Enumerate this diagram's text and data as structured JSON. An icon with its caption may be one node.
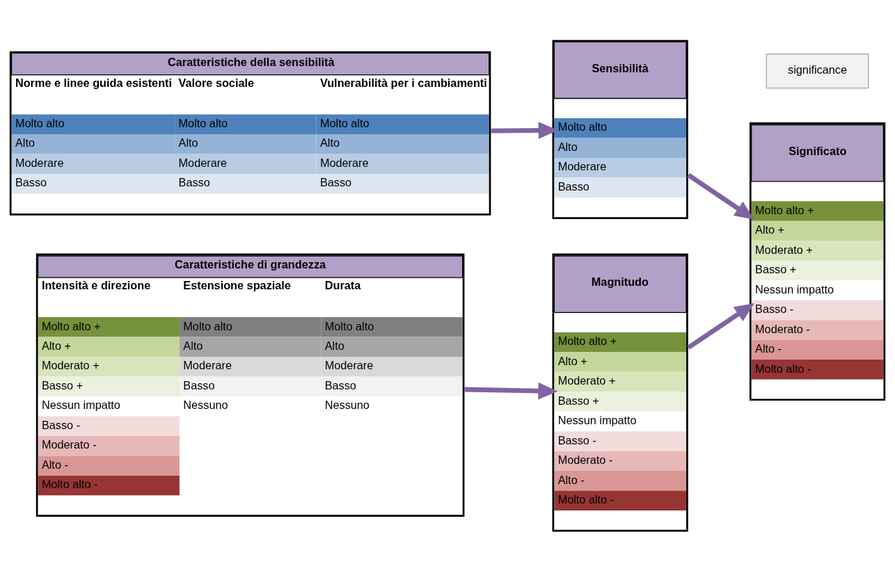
{
  "diagram": {
    "nodes": [
      {
        "text": [
          "Caratteristiche della sensibilità",
          "Norme e linee guida esistenti",
          "Valore sociale",
          "Vulnerabilità per i cambiamenti",
          "Molto alto",
          "Molto alto",
          "Molto alto",
          "Alto",
          "Alto",
          "Alto",
          "Moderare",
          "Moderare",
          "Moderare",
          "Basso",
          "Basso",
          "Basso"
        ]
      },
      {
        "text": [
          "Sensibilità",
          "Molto alto",
          "Alto",
          "Moderare",
          "Basso"
        ]
      },
      {
        "text": [
          "significance"
        ]
      },
      {
        "text": [
          "Significato",
          "Molto alto +",
          "Alto +",
          "Moderato +",
          "Basso +",
          "Nessun impatto",
          "Basso -",
          "Moderato -",
          "Alto -",
          "Molto alto -"
        ]
      },
      {
        "text": [
          "Caratteristiche di grandezza",
          "Intensità e direzione",
          "Estensione spaziale",
          "Durata",
          "Molto alto +",
          "Molto alto",
          "Molto alto",
          "Alto +",
          "Alto",
          "Alto",
          "Moderato +",
          "Moderare",
          "Moderare",
          "Basso +",
          "Basso",
          "Basso",
          "Nessun impatto",
          "Nessuno",
          "Nessuno",
          "Basso -",
          "Moderato -",
          "Alto -",
          "Molto alto -"
        ]
      },
      {
        "text": [
          "Magnitudo",
          "Molto alto +",
          "Alto +",
          "Moderato +",
          "Basso +",
          "Nessun impatto",
          "Basso -",
          "Moderato -",
          "Alto -",
          "Molto alto -"
        ]
      }
    ],
    "edges": [
      {
        "from": 0,
        "to": 1,
        "arrow": "to"
      },
      {
        "from": 1,
        "to": 3,
        "arrow": "to"
      },
      {
        "from": 4,
        "to": 5,
        "arrow": "to"
      },
      {
        "from": 5,
        "to": 3,
        "arrow": "to"
      }
    ]
  }
}
